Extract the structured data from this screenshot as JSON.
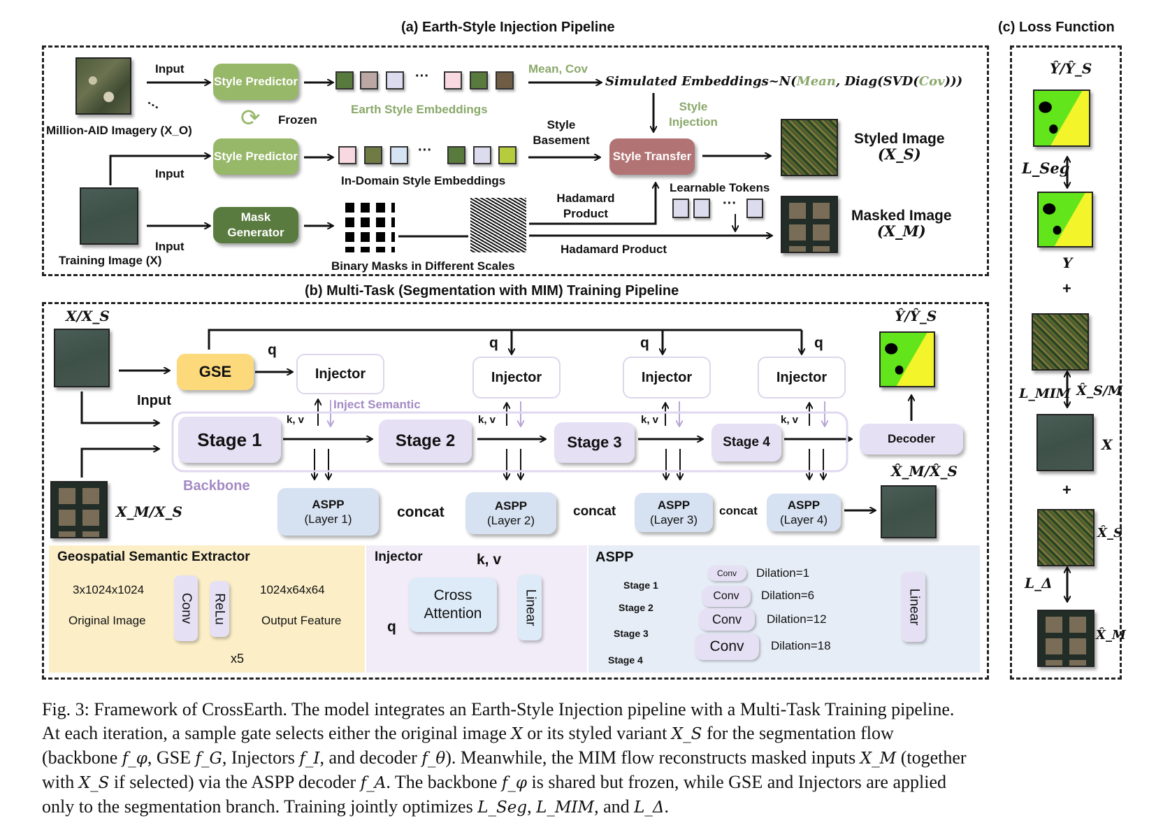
{
  "section_a": {
    "title": "(a) Earth-Style Injection Pipeline",
    "million_aid_label": "Million-AID Imagery (X_O)",
    "training_image_label": "Training Image (X)",
    "input_labels": [
      "Input",
      "Input",
      "Input"
    ],
    "style_predictor_label": "Style Predictor",
    "frozen_label": "Frozen",
    "mask_generator_label": "Mask Generator",
    "earth_style_embeddings_label": "Earth Style Embeddings",
    "in_domain_embeddings_label": "In-Domain Style Embeddings",
    "earth_swatches": [
      "#587a3d",
      "#bba8a4",
      "#dcdcee",
      "#f9d9e1",
      "#587a3d",
      "#6e5c44"
    ],
    "in_domain_swatches": [
      "#f9d9e1",
      "#6f7a45",
      "#d6e3f4",
      "#587a3d",
      "#dcdcee",
      "#b6cc3c"
    ],
    "ellipsis": "···",
    "mean_cov_label": "Mean, Cov",
    "simulated_formula_prefix": "Simulated Embeddings~N(",
    "formula_mean": "Mean",
    "formula_mid": ", Diag(SVD(",
    "formula_cov": "Cov",
    "formula_suffix": ")))",
    "style_injection_label": "Style Injection",
    "style_basement_label": "Style Basement",
    "style_transfer_label": "Style Transfer",
    "styled_image_label": "Styled Image",
    "styled_image_symbol": "(X_S)",
    "masked_image_label": "Masked Image",
    "masked_image_symbol": "(X_M)",
    "learnable_tokens_label": "Learnable Tokens",
    "hadamard_product_upper": "Hadamard Product",
    "hadamard_product_lower": "Hadamard Product",
    "binary_masks_label": "Binary Masks in Different Scales"
  },
  "section_b": {
    "title": "(b) Multi-Task (Segmentation with MIM) Training Pipeline",
    "input_top_label": "X/X_S",
    "input_bottom_label": "X_M/X_S",
    "input_label": "Input",
    "gse_label": "GSE",
    "q_label": "q",
    "kv_label": "k, v",
    "injector_label": "Injector",
    "inject_semantic_label": "Inject Semantic",
    "backbone_label": "Backbone",
    "stages": [
      "Stage 1",
      "Stage 2",
      "Stage 3",
      "Stage 4"
    ],
    "aspp_layers": [
      {
        "title": "ASPP",
        "sub": "(Layer 1)"
      },
      {
        "title": "ASPP",
        "sub": "(Layer 2)"
      },
      {
        "title": "ASPP",
        "sub": "(Layer 3)"
      },
      {
        "title": "ASPP",
        "sub": "(Layer 4)"
      }
    ],
    "concat_label": "concat",
    "decoder_label": "Decoder",
    "seg_output_label": "Ŷ/Ŷ_S",
    "recon_output_label": "X̂_M/X̂_S",
    "gse_panel": {
      "title": "Geospatial Semantic Extractor",
      "input_dims": "3x1024x1024",
      "input_name": "Original Image",
      "conv_label": "Conv",
      "relu_label": "ReLu",
      "repeat_label": "x5",
      "output_dims": "1024x64x64",
      "output_name": "Output Feature",
      "bg_color": "#fcefc8"
    },
    "injector_panel": {
      "title": "Injector",
      "kv_label": "k, v",
      "q_label": "q",
      "cross_attention_label": "Cross Attention",
      "linear_label": "Linear",
      "bg_color": "#f1ecf7"
    },
    "aspp_panel": {
      "title": "ASPP",
      "stage_inputs": [
        "Stage 1",
        "Stage 2",
        "Stage 3",
        "Stage 4"
      ],
      "conv_label": "Conv",
      "dilations": [
        "Dilation=1",
        "Dilation=6",
        "Dilation=12",
        "Dilation=18"
      ],
      "linear_label": "Linear",
      "bg_color": "#e6edf6"
    }
  },
  "section_c": {
    "title": "(c) Loss Function",
    "pred_label": "Ŷ/Ŷ_S",
    "l_seg": "L_Seg",
    "gt_label": "Y",
    "plus": "+",
    "l_mim": "L_MIM",
    "recon_label": "X̂_S/M",
    "x_label": "X",
    "xs_hat_label": "X̂_S",
    "l_delta": "L_Δ",
    "xm_hat_label": "X̂_M"
  },
  "colors": {
    "style_predictor": "#97b769",
    "mask_generator": "#5a7b3f",
    "style_transfer": "#b27375",
    "gse": "#fcd97a",
    "stage": "#e6e0f5",
    "aspp": "#d6e1f1",
    "accent_green_text": "#8aa86a",
    "accent_purple_text": "#a38ac3"
  },
  "caption": {
    "line1": "Fig. 3: Framework of CrossEarth. The model integrates an Earth-Style Injection pipeline with a Multi-Task Training pipeline.",
    "line2_a": "At each iteration, a sample gate selects either the original image ",
    "line2_x": "X",
    "line2_b": " or its styled variant ",
    "line2_xs": "X_S",
    "line2_c": " for the segmentation flow",
    "line3_a": "(backbone ",
    "line3_fphi": "f_φ",
    "line3_b": ", GSE ",
    "line3_fg": "f_G",
    "line3_c": ", Injectors ",
    "line3_fi": "f_I",
    "line3_d": ", and decoder ",
    "line3_ftheta": "f_θ",
    "line3_e": "). Meanwhile, the MIM flow reconstructs masked inputs ",
    "line3_xm": "X_M",
    "line3_f": " (together",
    "line4_a": "with ",
    "line4_xs": "X_S",
    "line4_b": " if selected) via the ASPP decoder ",
    "line4_fa": "f_A",
    "line4_c": ". The backbone ",
    "line4_fphi": "f_φ",
    "line4_d": " is shared but frozen, while GSE and Injectors are applied",
    "line5_a": "only to the segmentation branch. Training jointly optimizes ",
    "line5_lseg": "L_Seg",
    "line5_b": ", ",
    "line5_lmim": "L_MIM",
    "line5_c": ", and ",
    "line5_ld": "L_Δ",
    "line5_d": "."
  }
}
